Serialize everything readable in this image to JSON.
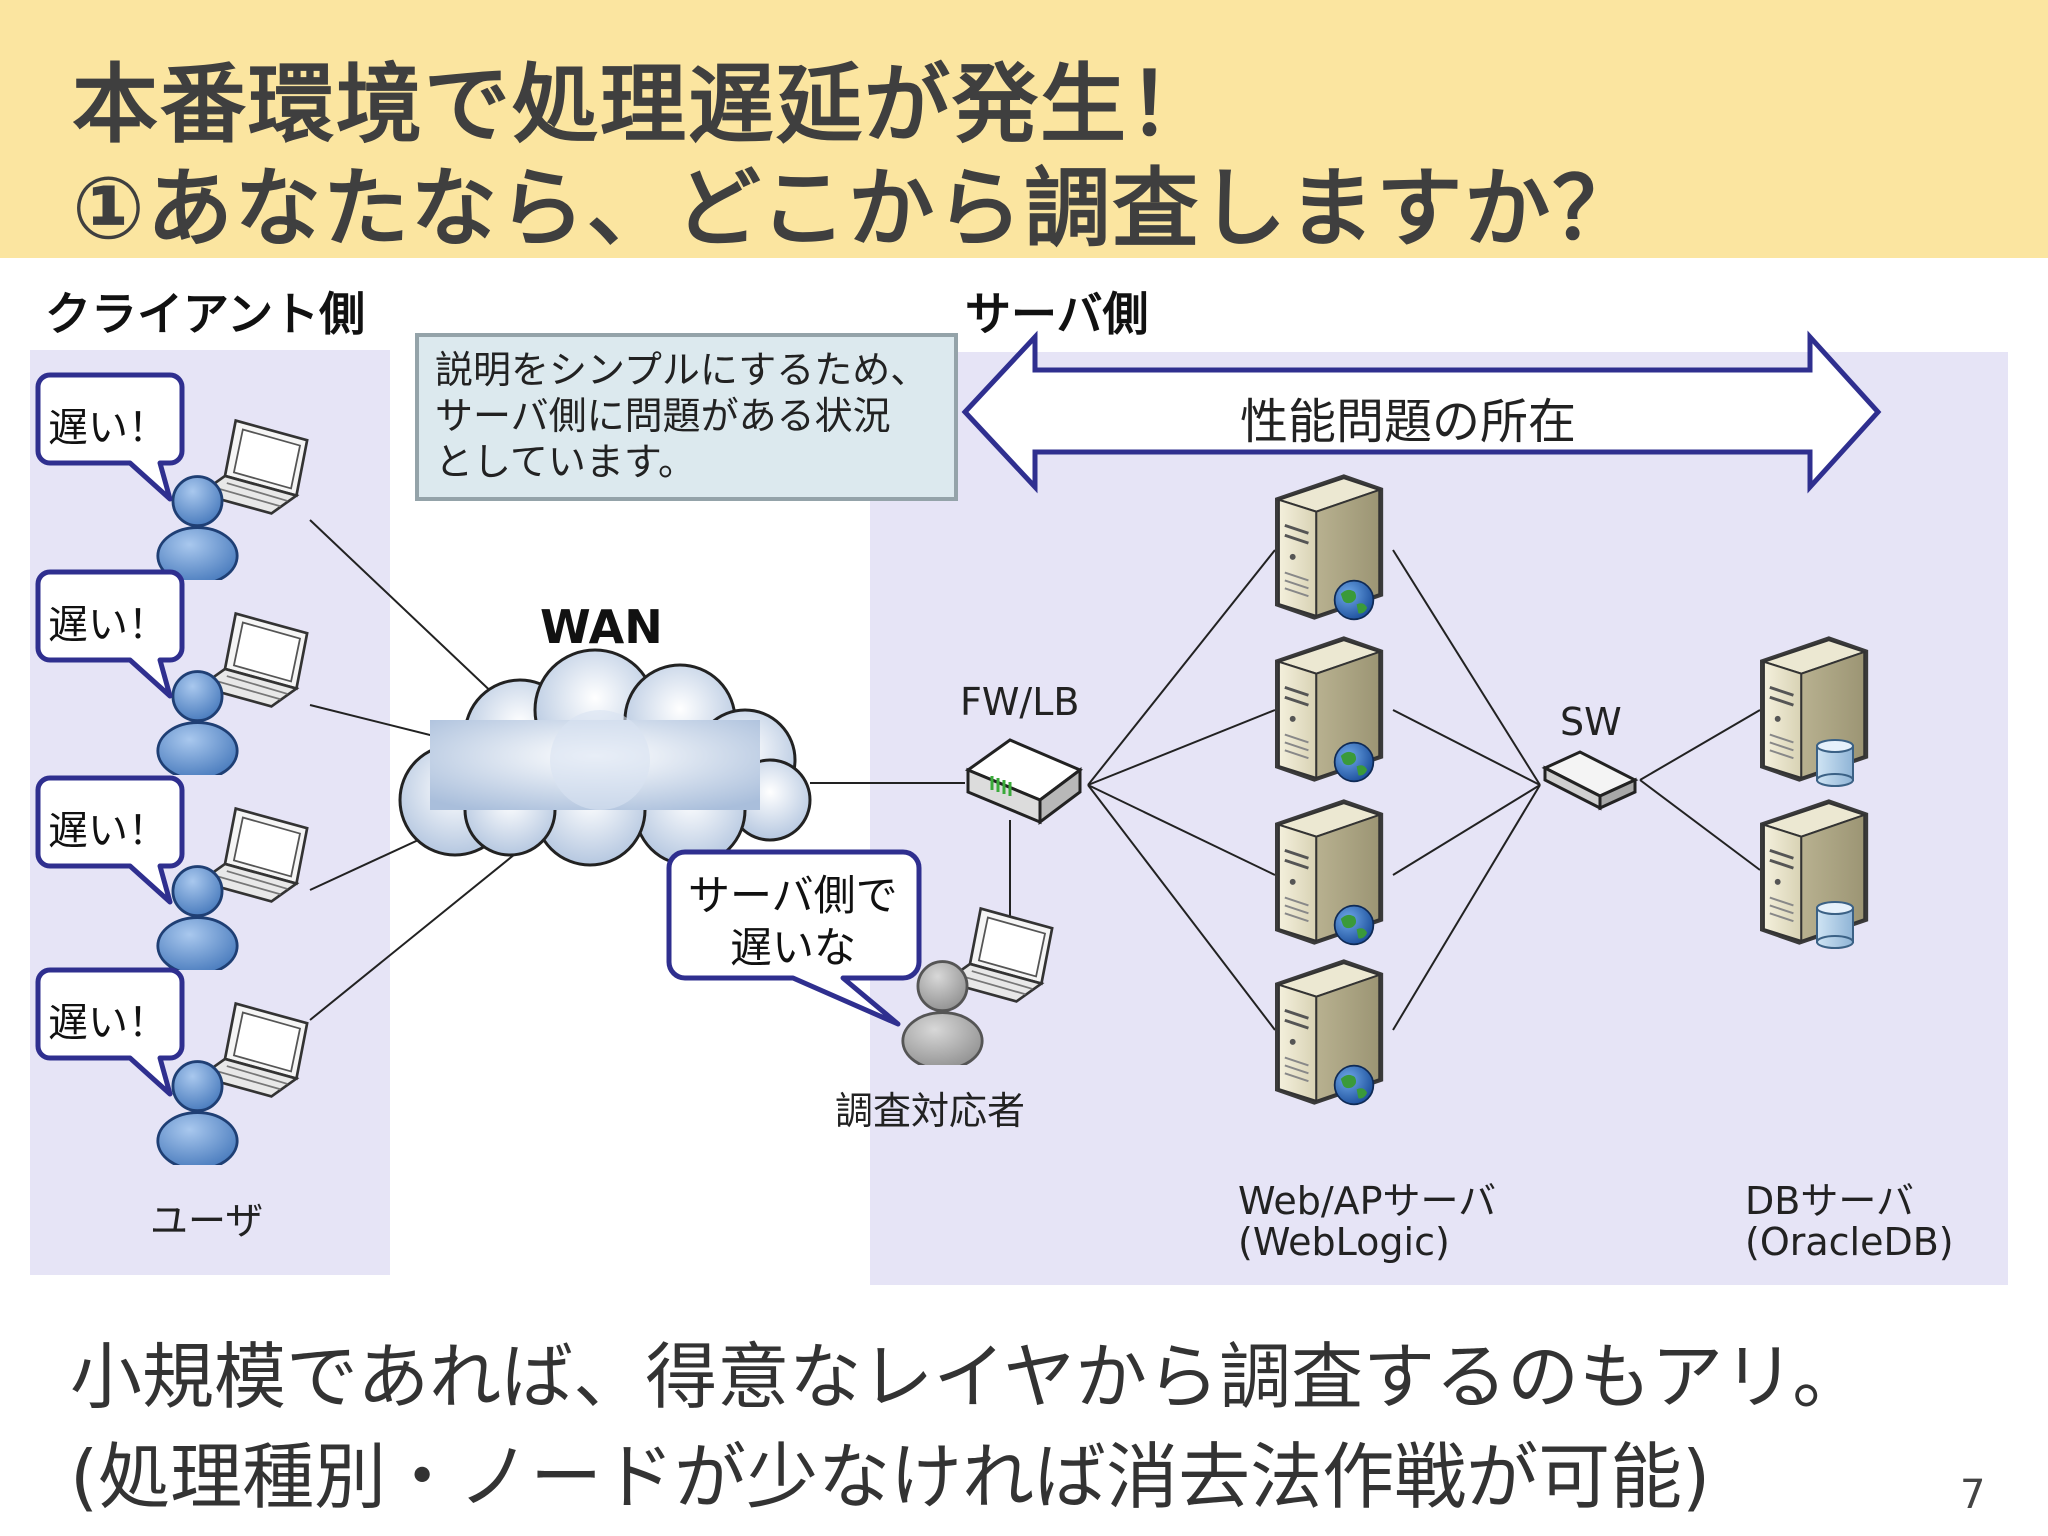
{
  "title": {
    "line1": "本番環境で処理遅延が発生！",
    "line2": "①あなたなら、どこから調査しますか？"
  },
  "client_side_label": "クライアント側",
  "server_side_label": "サーバ側",
  "note_lines": [
    "説明をシンプルにするため、",
    "サーバ側に問題がある状況",
    "としています。"
  ],
  "arrow_label": "性能問題の所在",
  "wan_label": "WAN",
  "fwlb_label": "FW/LB",
  "sw_label": "SW",
  "user_bubbles": [
    "遅い！",
    "遅い！",
    "遅い！",
    "遅い！"
  ],
  "users_label": "ユーザ",
  "investigator_bubble": [
    "サーバ側で",
    "遅いな"
  ],
  "investigator_label": "調査対応者",
  "web_ap_label": [
    "Web/APサーバ",
    "(WebLogic)"
  ],
  "db_label": [
    "DBサーバ",
    "(OracleDB)"
  ],
  "bottom_lines": [
    "小規模であれば、得意なレイヤから調査するのもアリ。",
    "(処理種別・ノードが少なければ消去法作戦が可能)"
  ],
  "page_number": "7",
  "colors": {
    "title_band": "#fbe5a0",
    "panel": "#e6e4f6",
    "bubble_border": "#2f2f8f",
    "note_bg": "#dce9ee",
    "user_icon": "#5b8fd0",
    "investigator_icon": "#9a9a9a"
  },
  "icons": {
    "laptop": "laptop-icon",
    "user": "user-icon",
    "server": "web-server-icon",
    "db": "database-server-icon",
    "cloud": "cloud-icon",
    "firewall": "firewall-icon",
    "switch": "switch-icon"
  }
}
